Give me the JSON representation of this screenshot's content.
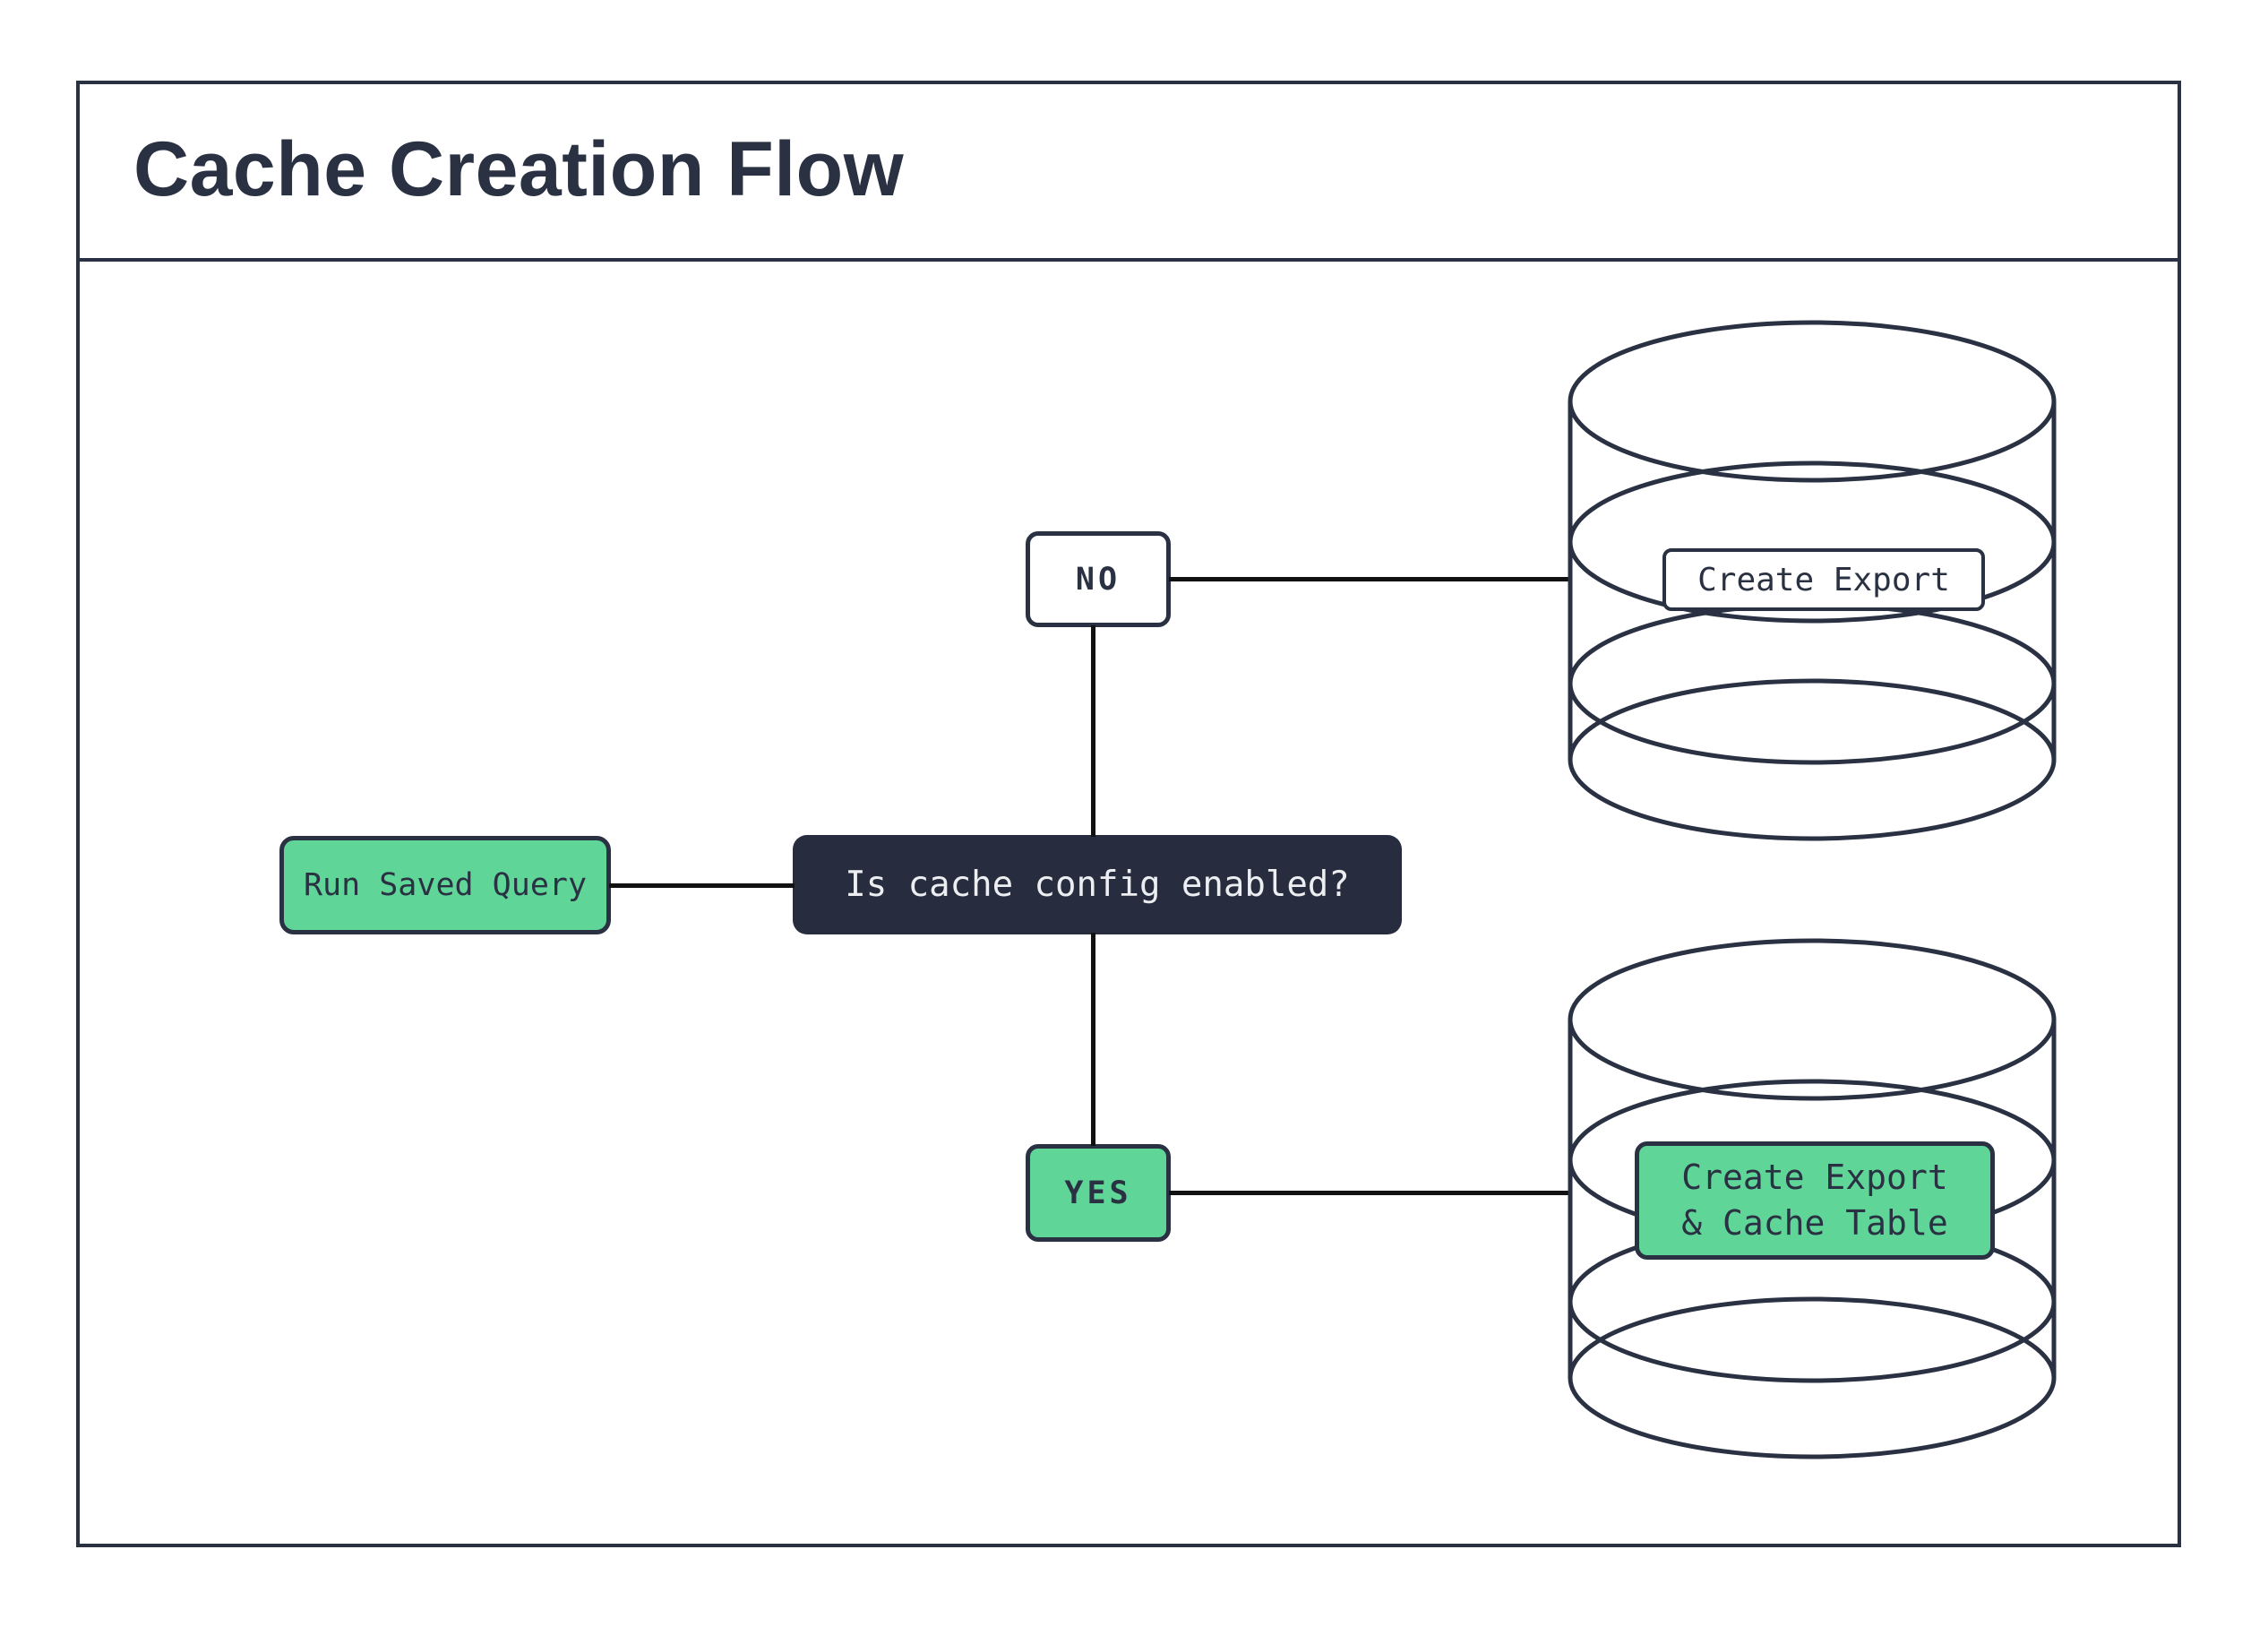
{
  "header": {
    "title": "Cache Creation Flow"
  },
  "nodes": {
    "start": {
      "label": "Run Saved Query"
    },
    "decision": {
      "label": "Is cache config enabled?"
    },
    "branch_no": {
      "label": "NO"
    },
    "branch_yes": {
      "label": "YES"
    },
    "export": {
      "label": "Create Export"
    },
    "export_cache": {
      "line1": "Create Export",
      "line2": "& Cache Table"
    }
  },
  "icons": {
    "database_top": "database-cylinder-icon",
    "database_bottom": "database-cylinder-icon"
  },
  "colors": {
    "accent_green": "#5fd598",
    "dark_navy_fill": "#272d3e",
    "outline_navy": "#2a3142",
    "connector_black": "#111111",
    "decision_text": "#eceef1",
    "background": "#ffffff"
  }
}
